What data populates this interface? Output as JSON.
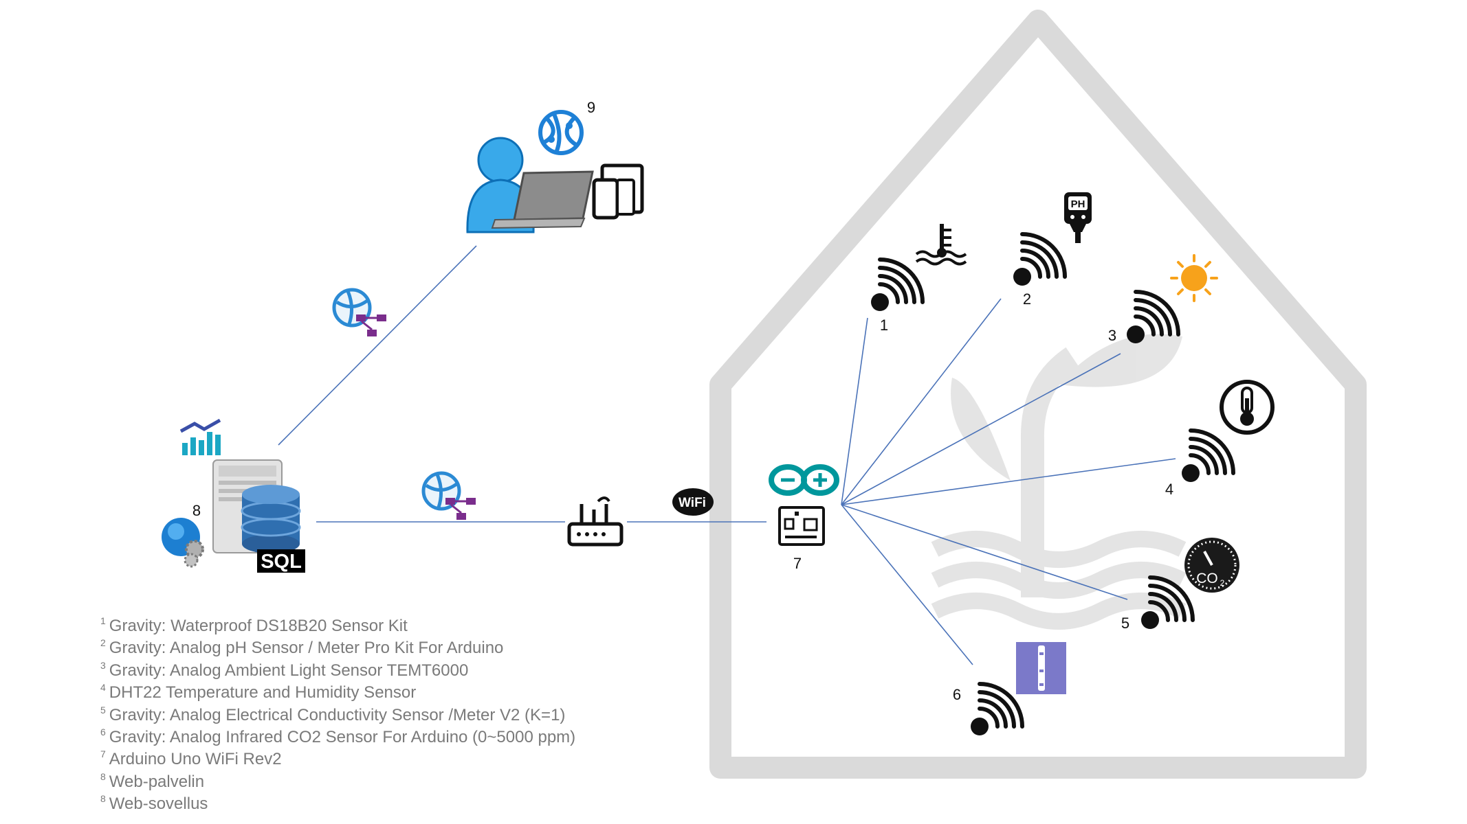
{
  "nodes": {
    "sensor_1": "1",
    "sensor_2": "2",
    "sensor_3": "3",
    "sensor_4": "4",
    "sensor_5": "5",
    "sensor_6": "6",
    "arduino": "7",
    "server": "8",
    "web_app": "9"
  },
  "labels": {
    "ph_badge": "PH",
    "sql_badge": "SQL",
    "wifi_badge": "WiFi",
    "co2_badge": "CO",
    "co2_sub": "2"
  },
  "legend": [
    {
      "marker": "1",
      "text": "Gravity: Waterproof DS18B20 Sensor Kit"
    },
    {
      "marker": "2",
      "text": "Gravity: Analog pH Sensor / Meter Pro Kit For Arduino"
    },
    {
      "marker": "3",
      "text": "Gravity: Analog Ambient Light Sensor TEMT6000"
    },
    {
      "marker": "4",
      "text": "DHT22 Temperature and Humidity Sensor"
    },
    {
      "marker": "5",
      "text": "Gravity: Analog Electrical Conductivity Sensor /Meter V2 (K=1)"
    },
    {
      "marker": "6",
      "text": "Gravity: Analog Infrared CO2 Sensor For Arduino (0~5000 ppm)"
    },
    {
      "marker": "7",
      "text": "Arduino Uno WiFi Rev2"
    },
    {
      "marker": "8",
      "text": "Web-palvelin"
    },
    {
      "marker": "8",
      "text": "Web-sovellus"
    }
  ],
  "colors": {
    "link": "#4a72b8",
    "greenhouse": "#d9d9d9",
    "arduino": "#00979c",
    "user": "#1e9be0",
    "chart": "#1ba7c4",
    "sun": "#f7a21b",
    "ec_sensor": "#7b79c9",
    "legend_text": "#7a7a7a"
  },
  "icons": [
    "house-outline",
    "plant-watermark",
    "signal-icon",
    "water-temperature-icon",
    "ph-meter-icon",
    "sun-icon",
    "thermometer-icon",
    "co2-gauge-icon",
    "ec-probe-icon",
    "arduino-board-icon",
    "wifi-badge-icon",
    "router-icon",
    "network-icon",
    "sql-server-icon",
    "user-laptop-icon",
    "devices-icon",
    "web-globe-icon"
  ]
}
